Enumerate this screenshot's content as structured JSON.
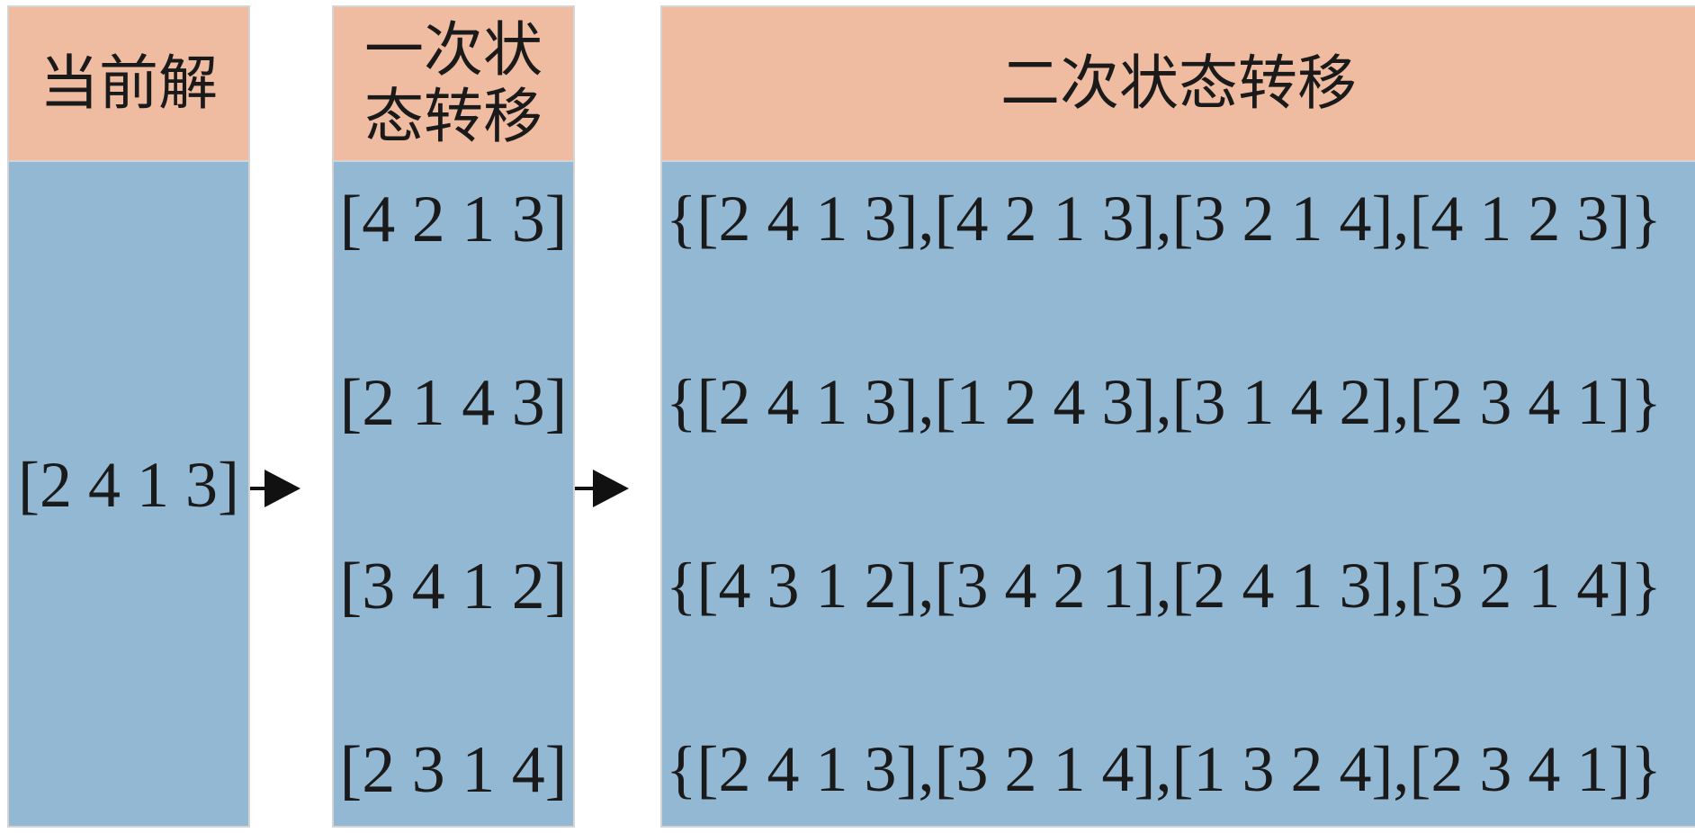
{
  "colors": {
    "header_bg": "#efbca1",
    "body_bg": "#93b8d4",
    "arrow": "#111111"
  },
  "columns": {
    "current": {
      "header": "当前解",
      "value": "[2 4 1 3]"
    },
    "first_transfer": {
      "header": "一次状态转移",
      "rows": [
        "[4 2 1 3]",
        "[2 1 4 3]",
        "[3 4 1 2]",
        "[2 3 1 4]"
      ]
    },
    "second_transfer": {
      "header": "二次状态转移",
      "rows": [
        "{[2 4 1 3],[4 2 1 3],[3 2 1 4],[4 1 2 3]}",
        "{[2 4 1 3],[1 2 4 3],[3 1 4 2],[2 3 4 1]}",
        "{[4 3 1 2],[3 4 2 1],[2 4 1 3],[3 2 1 4]}",
        "{[2 4 1 3],[3 2 1 4],[1 3 2 4],[2 3 4 1]}"
      ]
    }
  }
}
